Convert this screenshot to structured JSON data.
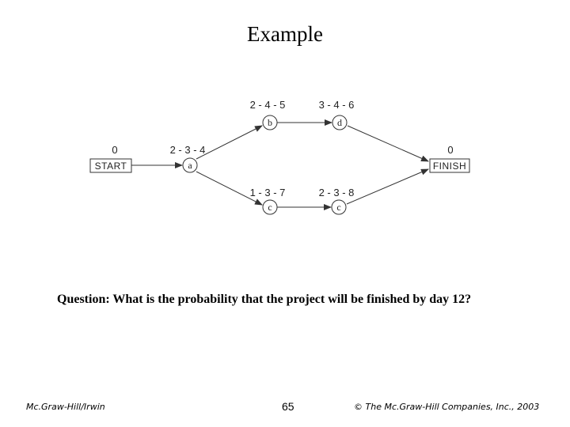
{
  "slide": {
    "title": "Example",
    "question": "Question: What is the probability that the project will be finished by day 12?",
    "footer_left": "Mc.Graw-Hill/Irwin",
    "page_number": "65",
    "footer_right": "© The Mc.Graw-Hill Companies, Inc., 2003"
  },
  "network": {
    "start": {
      "label": "START",
      "estimate": "0"
    },
    "finish": {
      "label": "FINISH",
      "estimate": "0"
    },
    "nodes": {
      "a": {
        "label": "a",
        "estimate": "2 - 3 - 4"
      },
      "b": {
        "label": "b",
        "estimate": "2 - 4 - 5"
      },
      "c1": {
        "label": "c",
        "estimate": "1 - 3 - 7"
      },
      "d": {
        "label": "d",
        "estimate": "3 - 4 - 6"
      },
      "c2": {
        "label": "c",
        "estimate": "2 - 3 - 8"
      }
    }
  }
}
